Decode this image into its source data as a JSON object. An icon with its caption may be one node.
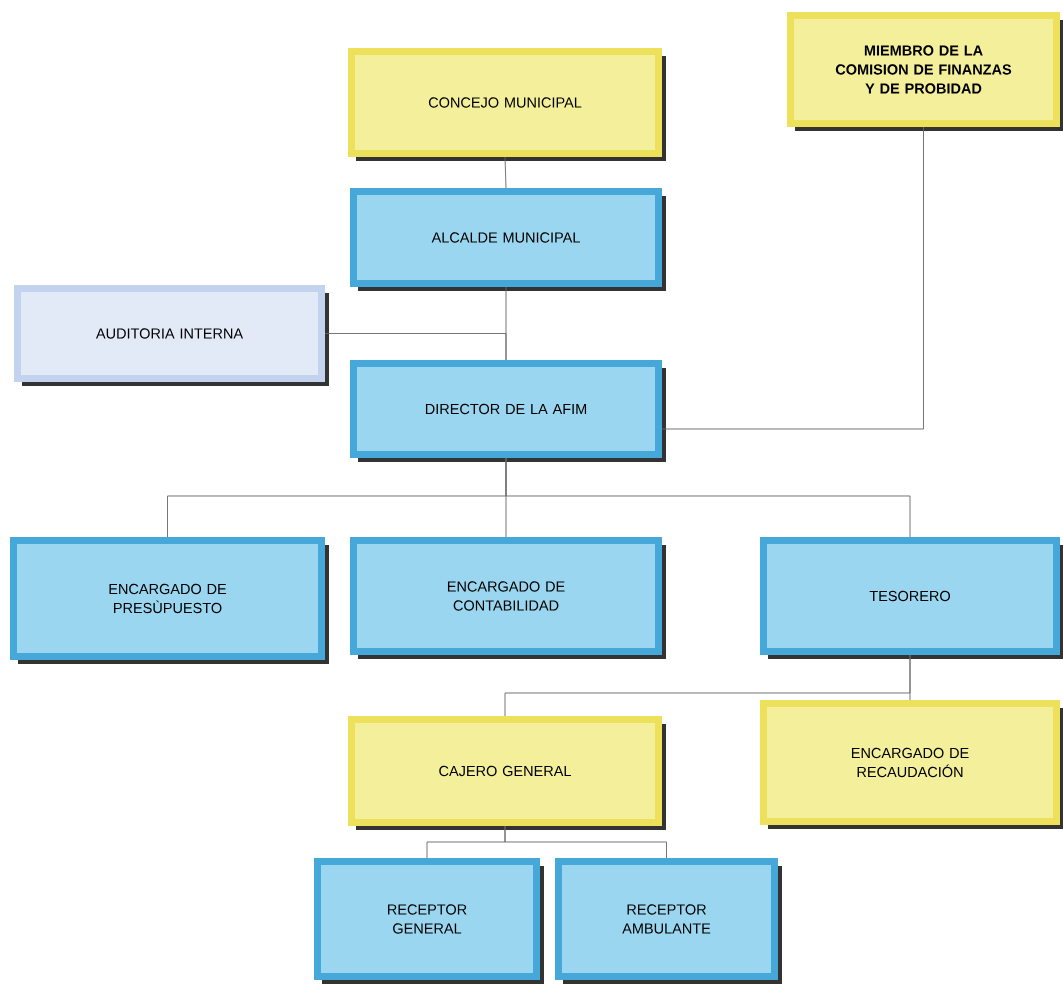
{
  "diagram": {
    "nodes": [
      {
        "text": [
          "CONCEJO MUNICIPAL"
        ]
      },
      {
        "text": [
          "MIEMBRO DE LA COMISION DE FINANZAS Y DE PROBIDAD"
        ]
      },
      {
        "text": [
          "ALCALDE MUNICIPAL"
        ]
      },
      {
        "text": [
          "AUDITORIA INTERNA"
        ]
      },
      {
        "text": [
          "DIRECTOR DE LA AFIM"
        ]
      },
      {
        "text": [
          "ENCARGADO DE PRESÙPUESTO"
        ]
      },
      {
        "text": [
          "ENCARGADO DE CONTABILIDAD"
        ]
      },
      {
        "text": [
          "TESORERO"
        ]
      },
      {
        "text": [
          "CAJERO GENERAL"
        ]
      },
      {
        "text": [
          "ENCARGADO DE RECAUDACIÓN"
        ]
      },
      {
        "text": [
          "RECEPTOR GENERAL"
        ]
      },
      {
        "text": [
          "RECEPTOR AMBULANTE"
        ]
      }
    ],
    "edges": [
      {
        "from": 0,
        "to": 2,
        "arrow": "none"
      },
      {
        "from": 2,
        "to": 4,
        "arrow": "none"
      },
      {
        "from": 3,
        "to": 4,
        "arrow": "none"
      },
      {
        "from": 1,
        "to": 4,
        "arrow": "none"
      },
      {
        "from": 4,
        "to": 5,
        "arrow": "none"
      },
      {
        "from": 4,
        "to": 6,
        "arrow": "none"
      },
      {
        "from": 4,
        "to": 7,
        "arrow": "none"
      },
      {
        "from": 7,
        "to": 8,
        "arrow": "none"
      },
      {
        "from": 7,
        "to": 9,
        "arrow": "none"
      },
      {
        "from": 8,
        "to": 10,
        "arrow": "none"
      },
      {
        "from": 8,
        "to": 11,
        "arrow": "none"
      }
    ]
  }
}
